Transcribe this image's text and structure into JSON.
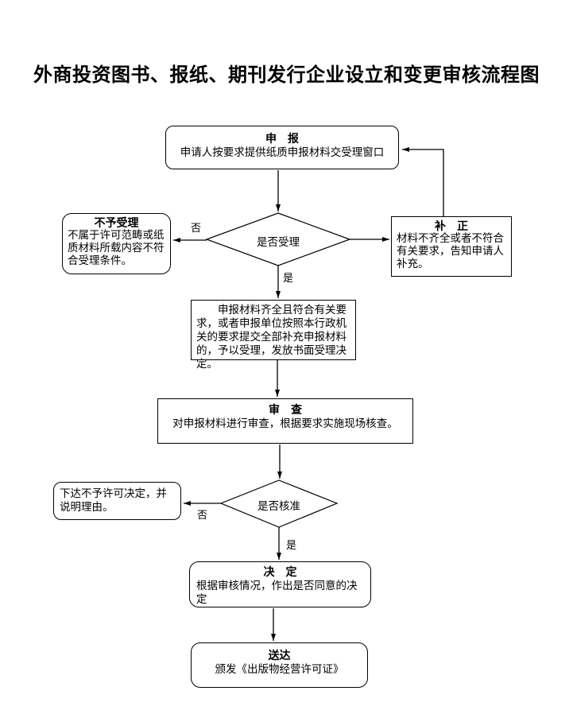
{
  "page": {
    "title": "外商投资图书、报纸、期刊发行企业设立和变更审核流程图",
    "background_color": "#ffffff",
    "line_color": "#000000"
  },
  "flowchart": {
    "nodes": {
      "shenbao": {
        "title": "申　报",
        "body": "申请人按要求提供纸质申报材料交受理窗口"
      },
      "shifou_shouli": {
        "label": "是否受理"
      },
      "buyu_shouli": {
        "title": "不予受理",
        "body": "不属于许可范畴或纸质材料所载内容不符合受理条件。"
      },
      "buzheng": {
        "title": "补　正",
        "body": "材料不齐全或者不符合有关要求，告知申请人补充。"
      },
      "shouli_jueding": {
        "body": "申报材料齐全且符合有关要求，或者申报单位按照本行政机关的要求提交全部补充申报材料的，予以受理，发放书面受理决定。"
      },
      "shencha": {
        "title": "审　查",
        "body": "对申报材料进行审查，根据要求实施现场核查。"
      },
      "shifou_hezhun": {
        "label": "是否核准"
      },
      "xiada": {
        "body": "下达不予许可决定，并说明理由。"
      },
      "jueding": {
        "title": "决　定",
        "body": "根据审核情况，作出是否同意的决定"
      },
      "songda": {
        "title": "送达",
        "body": "颁发《出版物经营许可证》"
      }
    },
    "edge_labels": {
      "no1": "否",
      "yes1": "是",
      "no2": "否",
      "yes2": "是"
    }
  }
}
